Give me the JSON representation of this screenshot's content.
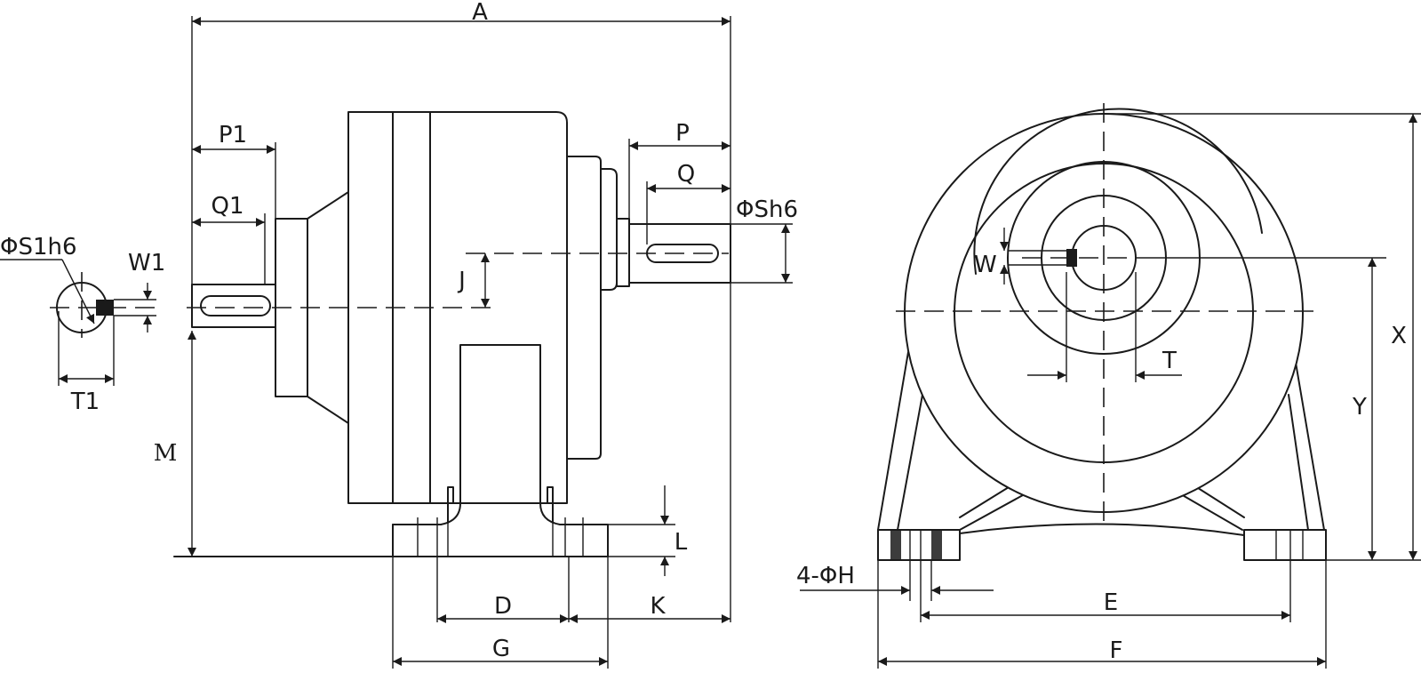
{
  "labels": {
    "A": "A",
    "P1": "P1",
    "Q1": "Q1",
    "P": "P",
    "Q": "Q",
    "S": "ΦSh6",
    "S1": "ΦS1h6",
    "W1": "W1",
    "T1": "T1",
    "J": "J",
    "M": "M",
    "L": "L",
    "D": "D",
    "K": "K",
    "G": "G",
    "W": "W",
    "T": "T",
    "X": "X",
    "Y": "Y",
    "H": "4-ΦH",
    "E": "E",
    "F": "F"
  },
  "colors": {
    "line": "#1a1a1a",
    "background": "#ffffff"
  }
}
